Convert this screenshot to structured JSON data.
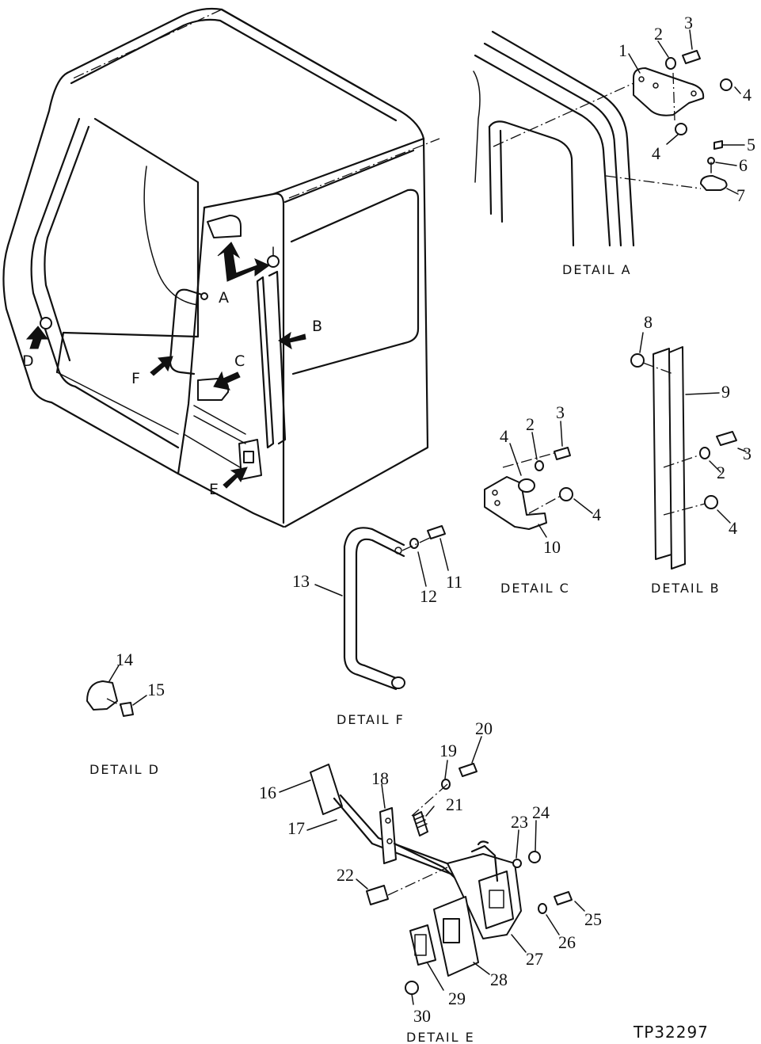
{
  "drawing_code": "TP32297",
  "details": {
    "a": "DETAIL A",
    "b": "DETAIL B",
    "c": "DETAIL C",
    "d": "DETAIL D",
    "e": "DETAIL E",
    "f": "DETAIL F"
  },
  "view_letters": {
    "a": "A",
    "b": "B",
    "c": "C",
    "d": "D",
    "e": "E",
    "f": "F"
  },
  "part_numbers": [
    "1",
    "2",
    "3",
    "4",
    "5",
    "6",
    "7",
    "8",
    "9",
    "10",
    "11",
    "12",
    "13",
    "14",
    "15",
    "16",
    "17",
    "18",
    "19",
    "20",
    "21",
    "22",
    "23",
    "24",
    "25",
    "26",
    "27",
    "28",
    "29",
    "30"
  ],
  "callouts": [
    {
      "id": "a1",
      "label": "1"
    },
    {
      "id": "a2",
      "label": "2"
    },
    {
      "id": "a3",
      "label": "3"
    },
    {
      "id": "a4a",
      "label": "4"
    },
    {
      "id": "a4b",
      "label": "4"
    },
    {
      "id": "a5",
      "label": "5"
    },
    {
      "id": "a6",
      "label": "6"
    },
    {
      "id": "a7",
      "label": "7"
    },
    {
      "id": "b8",
      "label": "8"
    },
    {
      "id": "b9",
      "label": "9"
    },
    {
      "id": "b3",
      "label": "3"
    },
    {
      "id": "b2",
      "label": "2"
    },
    {
      "id": "b4",
      "label": "4"
    },
    {
      "id": "c4a",
      "label": "4"
    },
    {
      "id": "c2",
      "label": "2"
    },
    {
      "id": "c3",
      "label": "3"
    },
    {
      "id": "c4b",
      "label": "4"
    },
    {
      "id": "c10",
      "label": "10"
    },
    {
      "id": "f11",
      "label": "11"
    },
    {
      "id": "f12",
      "label": "12"
    },
    {
      "id": "f13",
      "label": "13"
    },
    {
      "id": "d14",
      "label": "14"
    },
    {
      "id": "d15",
      "label": "15"
    },
    {
      "id": "e16",
      "label": "16"
    },
    {
      "id": "e17",
      "label": "17"
    },
    {
      "id": "e18",
      "label": "18"
    },
    {
      "id": "e19",
      "label": "19"
    },
    {
      "id": "e20",
      "label": "20"
    },
    {
      "id": "e21",
      "label": "21"
    },
    {
      "id": "e22",
      "label": "22"
    },
    {
      "id": "e23",
      "label": "23"
    },
    {
      "id": "e24",
      "label": "24"
    },
    {
      "id": "e25",
      "label": "25"
    },
    {
      "id": "e26",
      "label": "26"
    },
    {
      "id": "e27",
      "label": "27"
    },
    {
      "id": "e28",
      "label": "28"
    },
    {
      "id": "e29",
      "label": "29"
    },
    {
      "id": "e30",
      "label": "30"
    }
  ]
}
